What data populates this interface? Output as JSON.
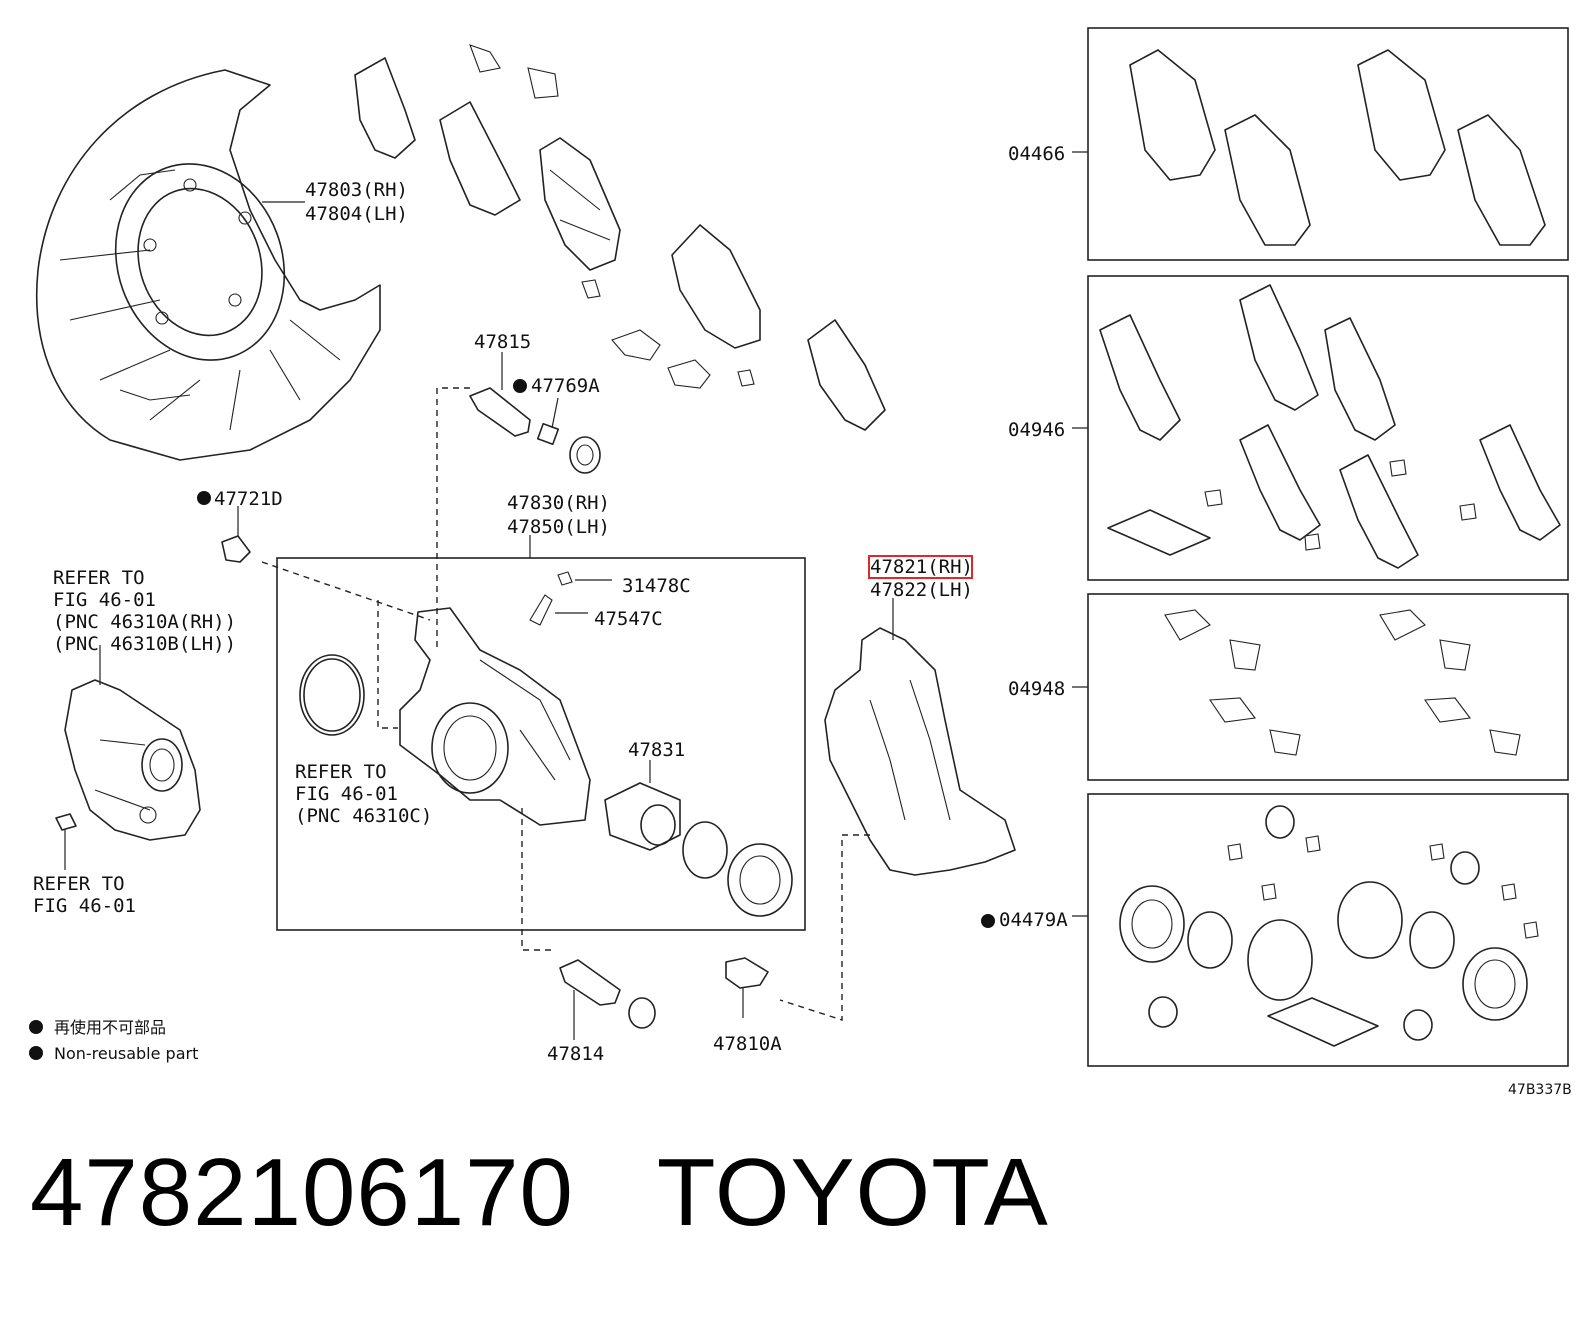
{
  "labels": {
    "l_47803": "47803(RH)",
    "l_47804": "47804(LH)",
    "l_47815": "47815",
    "l_47769A": "47769A",
    "l_47721D": "47721D",
    "l_47830": "47830(RH)",
    "l_47850": "47850(LH)",
    "l_31478C": "31478C",
    "l_47547C": "47547C",
    "l_47821": "47821(RH)",
    "l_47822": "47822(LH)",
    "l_47831": "47831",
    "l_47814": "47814",
    "l_47810A": "47810A",
    "l_04466": "04466",
    "l_04946": "04946",
    "l_04948": "04948",
    "l_04479A": "04479A",
    "ref_left_1": "REFER TO",
    "ref_left_2": "FIG 46-01",
    "ref_left_3": "(PNC 46310A(RH))",
    "ref_left_4": "(PNC 46310B(LH))",
    "ref_mid_1": "REFER TO",
    "ref_mid_2": "FIG 46-01",
    "ref_mid_3": "(PNC 46310C)",
    "ref_bot_1": "REFER TO",
    "ref_bot_2": "FIG 46-01",
    "legend_jp": "再使用不可部品",
    "legend_en": "Non-reusable part",
    "figure_code": "47B337B"
  },
  "highlight_color": "#e0282a",
  "caption": {
    "part_number": "4782106170",
    "brand": "TOYOTA"
  }
}
